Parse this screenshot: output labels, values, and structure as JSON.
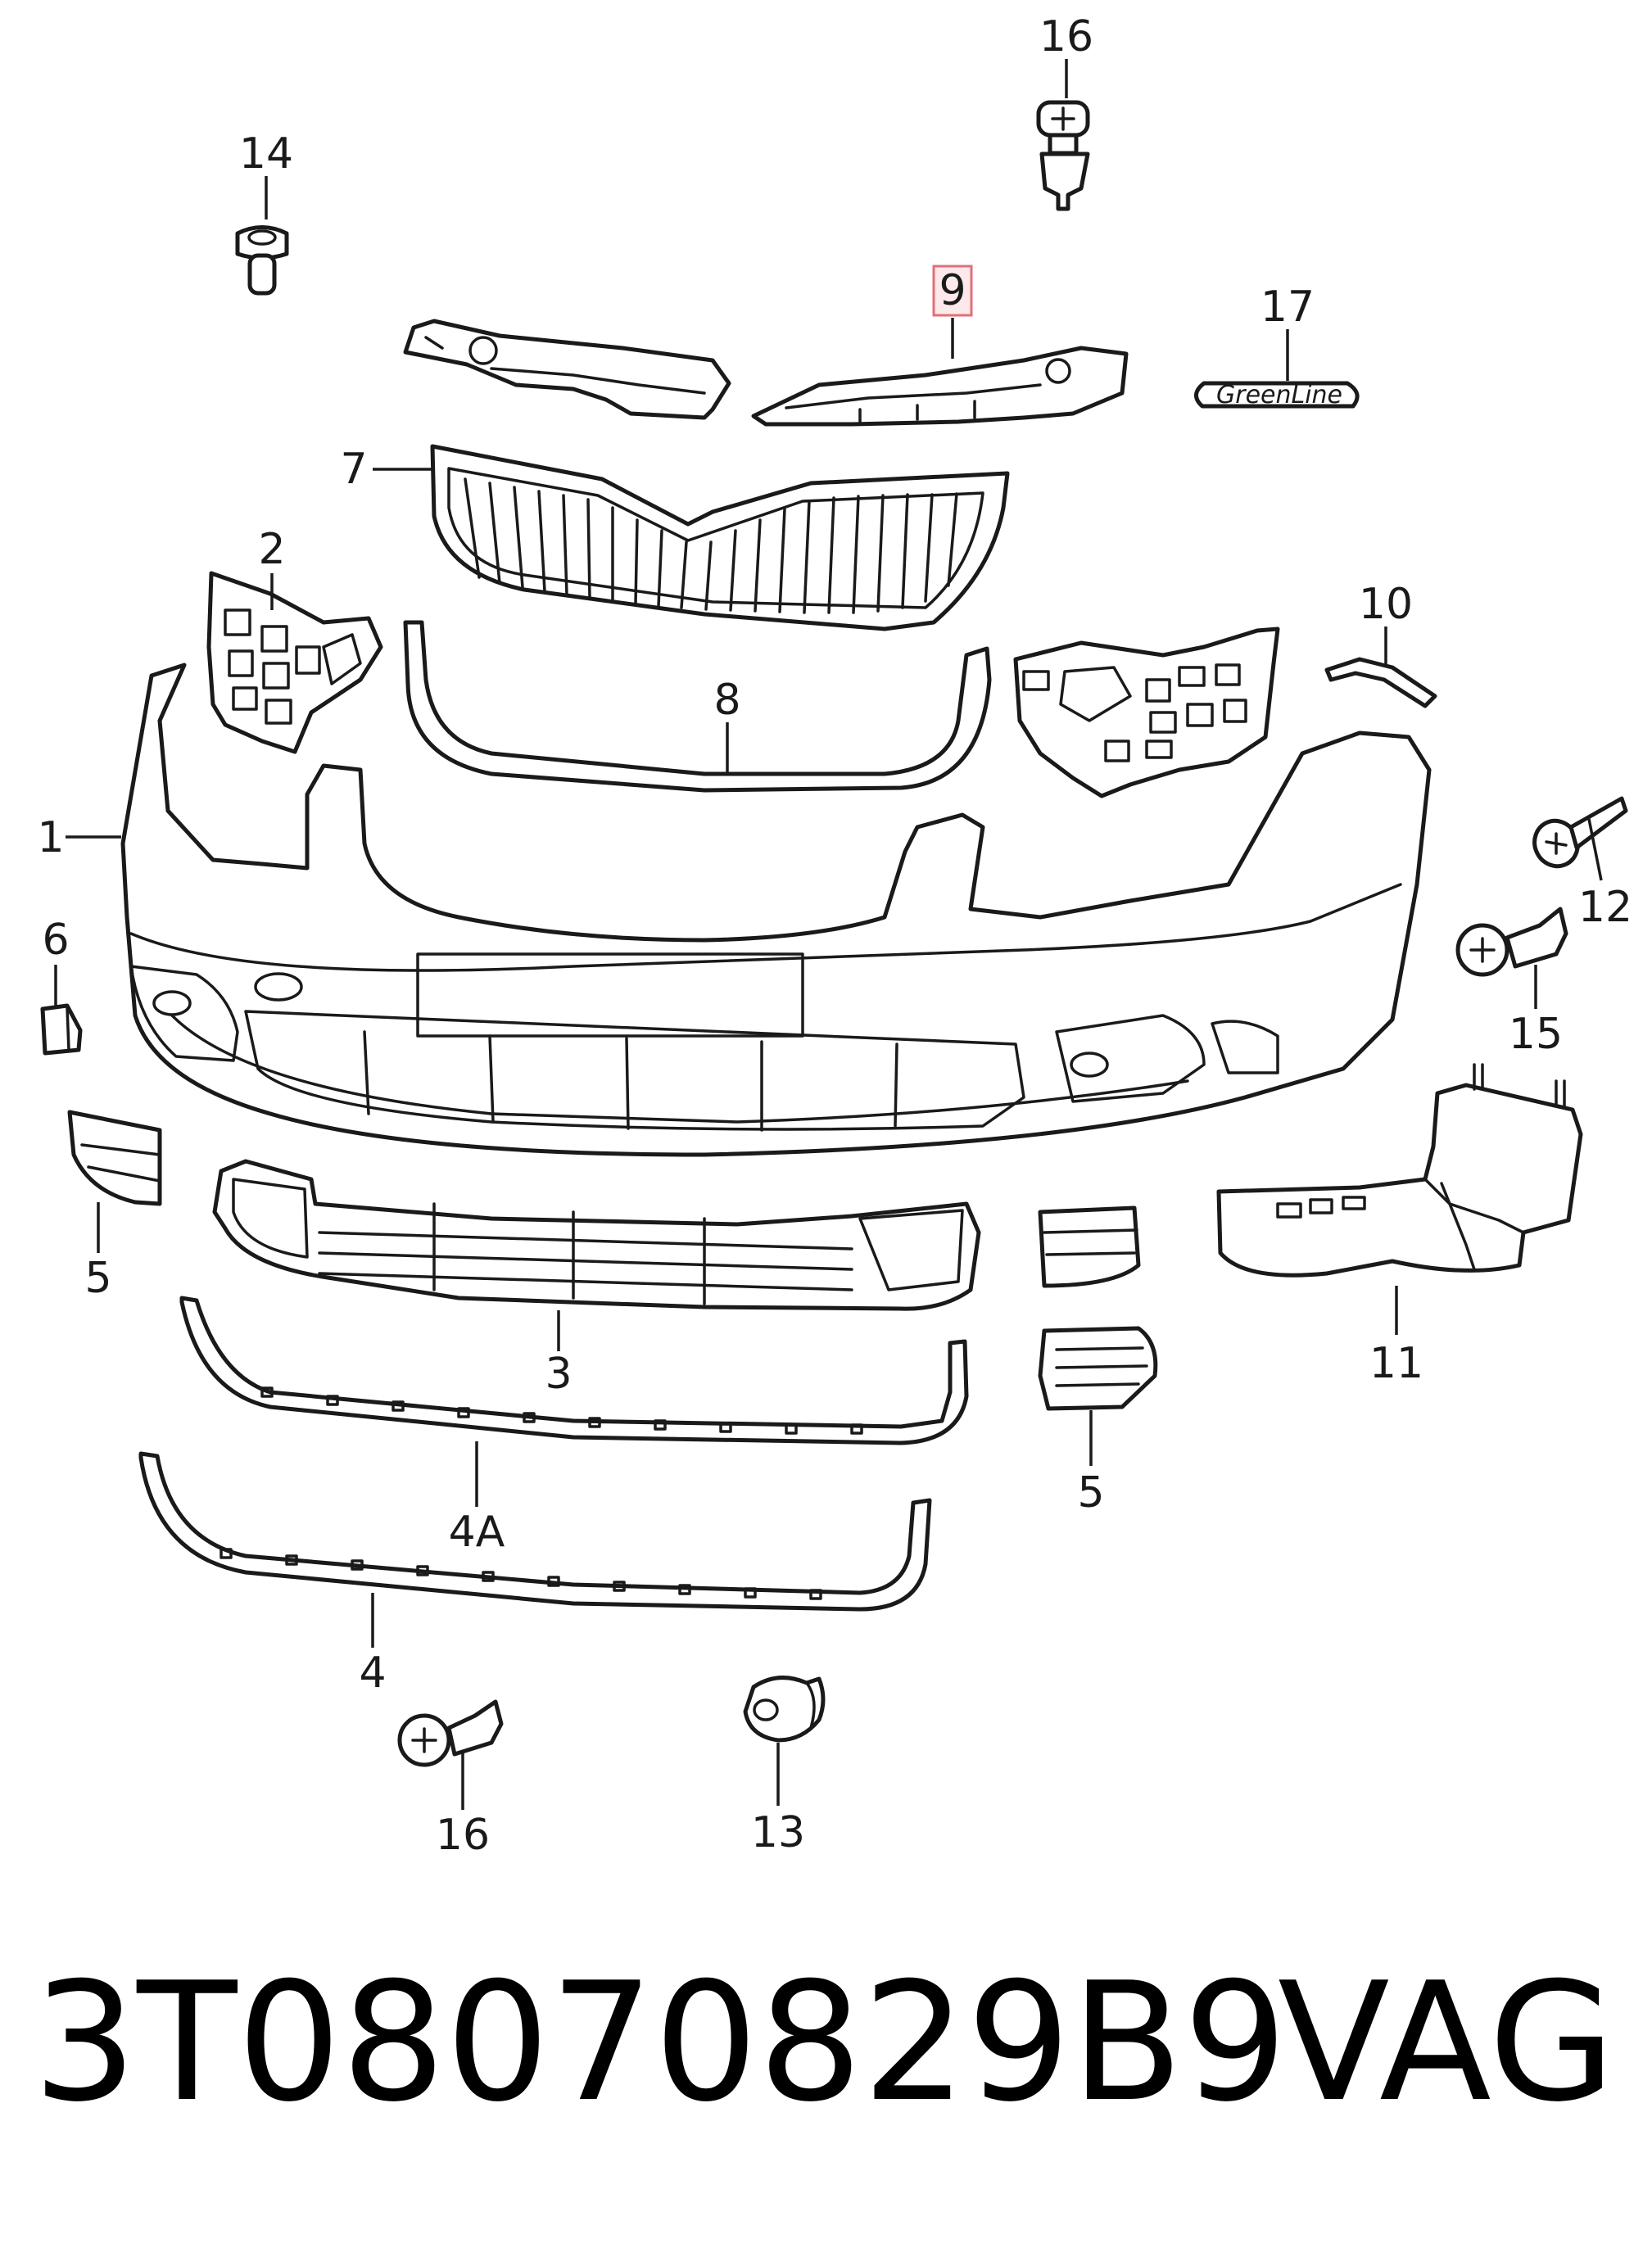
{
  "diagram": {
    "callouts": {
      "c1": "1",
      "c2": "2",
      "c3": "3",
      "c4": "4",
      "c4a": "4A",
      "c5_left": "5",
      "c5_right": "5",
      "c6": "6",
      "c7": "7",
      "c8": "8",
      "c9": "9",
      "c10": "10",
      "c11": "11",
      "c12": "12",
      "c13": "13",
      "c14": "14",
      "c15": "15",
      "c16_top": "16",
      "c16_bottom": "16",
      "c17": "17"
    },
    "highlighted_part": "9",
    "badge_text": "GreenLine",
    "highlight_color": "#fde8ea"
  },
  "footer": {
    "part_number": "3T08070829B9",
    "brand": "VAG"
  }
}
